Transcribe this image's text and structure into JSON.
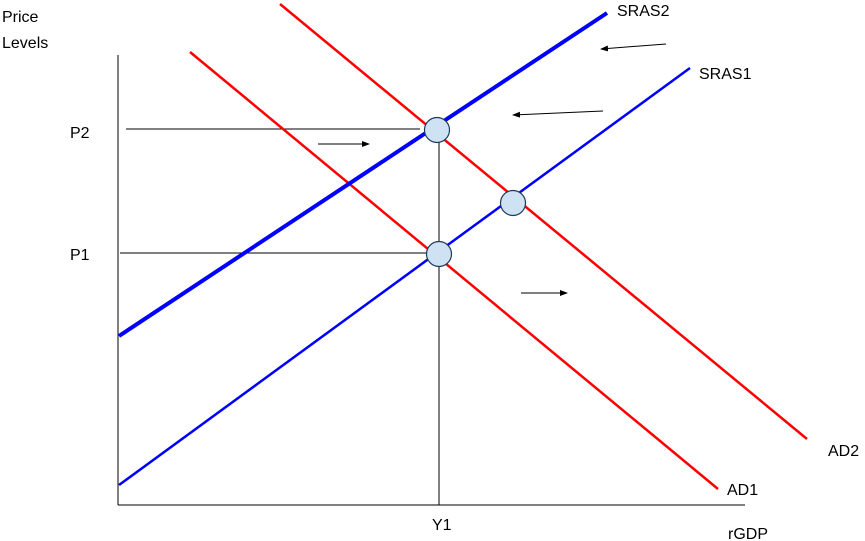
{
  "diagram": {
    "y_axis_label_line1": "Price",
    "y_axis_label_line2": "Levels",
    "x_axis_label": "rGDP",
    "price_labels": {
      "p2": "P2",
      "p1": "P1"
    },
    "quantity_label": "Y1",
    "curves": {
      "sras2": {
        "label": "SRAS2",
        "color": "#0000ff"
      },
      "sras1": {
        "label": "SRAS1",
        "color": "#0000ff"
      },
      "ad2": {
        "label": "AD2",
        "color": "#ff0000"
      },
      "ad1": {
        "label": "AD1",
        "color": "#ff0000"
      }
    },
    "point_fill": "#cfe2f3"
  }
}
